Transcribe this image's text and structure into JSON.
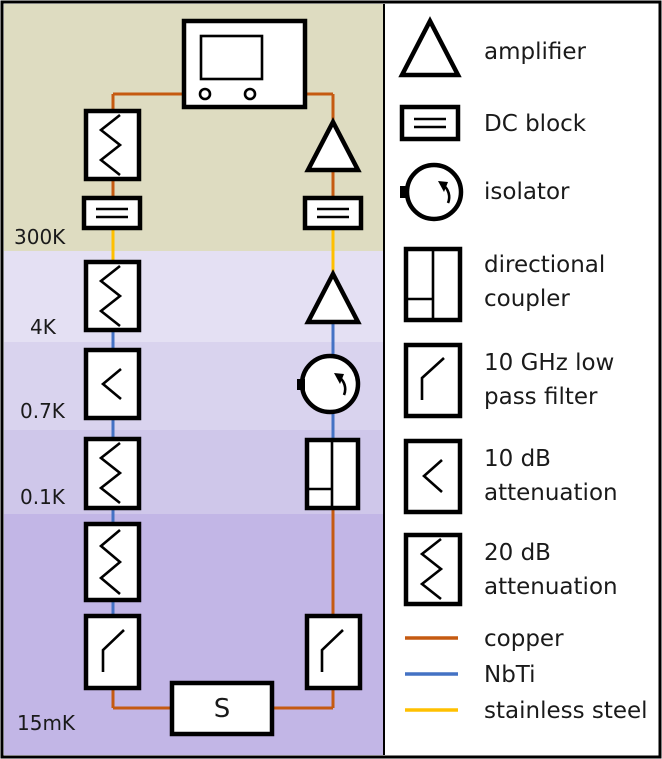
{
  "colors": {
    "copper": "#c55a11",
    "nbti": "#4472c4",
    "stainless": "#ffc000",
    "zone_300K": "#dedcc1",
    "zone_4K": "#e4e0f3",
    "zone_07K": "#d9d3ee",
    "zone_01K": "#cfc7ea",
    "zone_15mK": "#c2b6e6"
  },
  "temperatures": {
    "t300K": "300K",
    "t4K": "4K",
    "t07K": "0.7K",
    "t01K": "0.1K",
    "t15mK": "15mK"
  },
  "sample": {
    "label": "S"
  },
  "legend": {
    "amplifier": "amplifier",
    "dc_block": "DC block",
    "isolator": "isolator",
    "coupler_1": "directional",
    "coupler_2": "coupler",
    "lpf_1": "10 GHz low",
    "lpf_2": "pass filter",
    "att10_1": "10 dB",
    "att10_2": "attenuation",
    "att20_1": "20 dB",
    "att20_2": "attenuation",
    "copper": "copper",
    "nbti": "NbTi",
    "stainless": "stainless steel"
  }
}
